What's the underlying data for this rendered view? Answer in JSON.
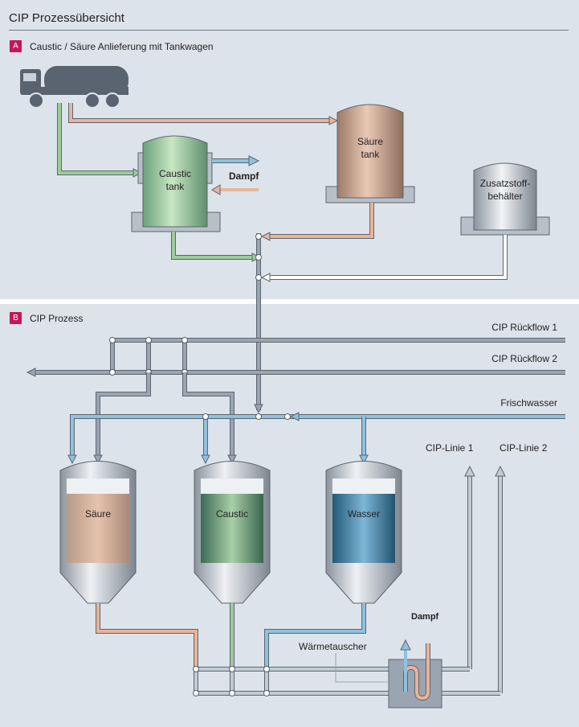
{
  "page_title": "CIP Prozessübersicht",
  "section_a": {
    "badge": "A",
    "title": "Caustic / Säure Anlieferung mit Tankwagen"
  },
  "section_b": {
    "badge": "B",
    "title": "CIP Prozess"
  },
  "labels": {
    "caustic_tank": [
      "Caustic",
      "tank"
    ],
    "acid_tank": [
      "Säure",
      "tank"
    ],
    "additive_tank": [
      "Zusatzstoff-",
      "behälter"
    ],
    "steam_top": "Dampf",
    "cip_return_1": "CIP Rückflow 1",
    "cip_return_2": "CIP Rückflow 2",
    "fresh_water": "Frischwasser",
    "cip_line_1": "CIP-Linie 1",
    "cip_line_2": "CIP-Linie 2",
    "vessel_acid": "Säure",
    "vessel_caustic": "Caustic",
    "vessel_water": "Wasser",
    "steam_bottom": "Dampf",
    "heat_exchanger": "Wärmetauscher"
  },
  "colors": {
    "background": "#dde3ea",
    "accent_badge": "#c2185b",
    "acid": "#e8b49a",
    "caustic": "#9ccc9c",
    "water": "#8fc1de",
    "pipe_grey": "#9aa5b1"
  },
  "icons": {
    "truck": "tanker-truck-icon"
  }
}
